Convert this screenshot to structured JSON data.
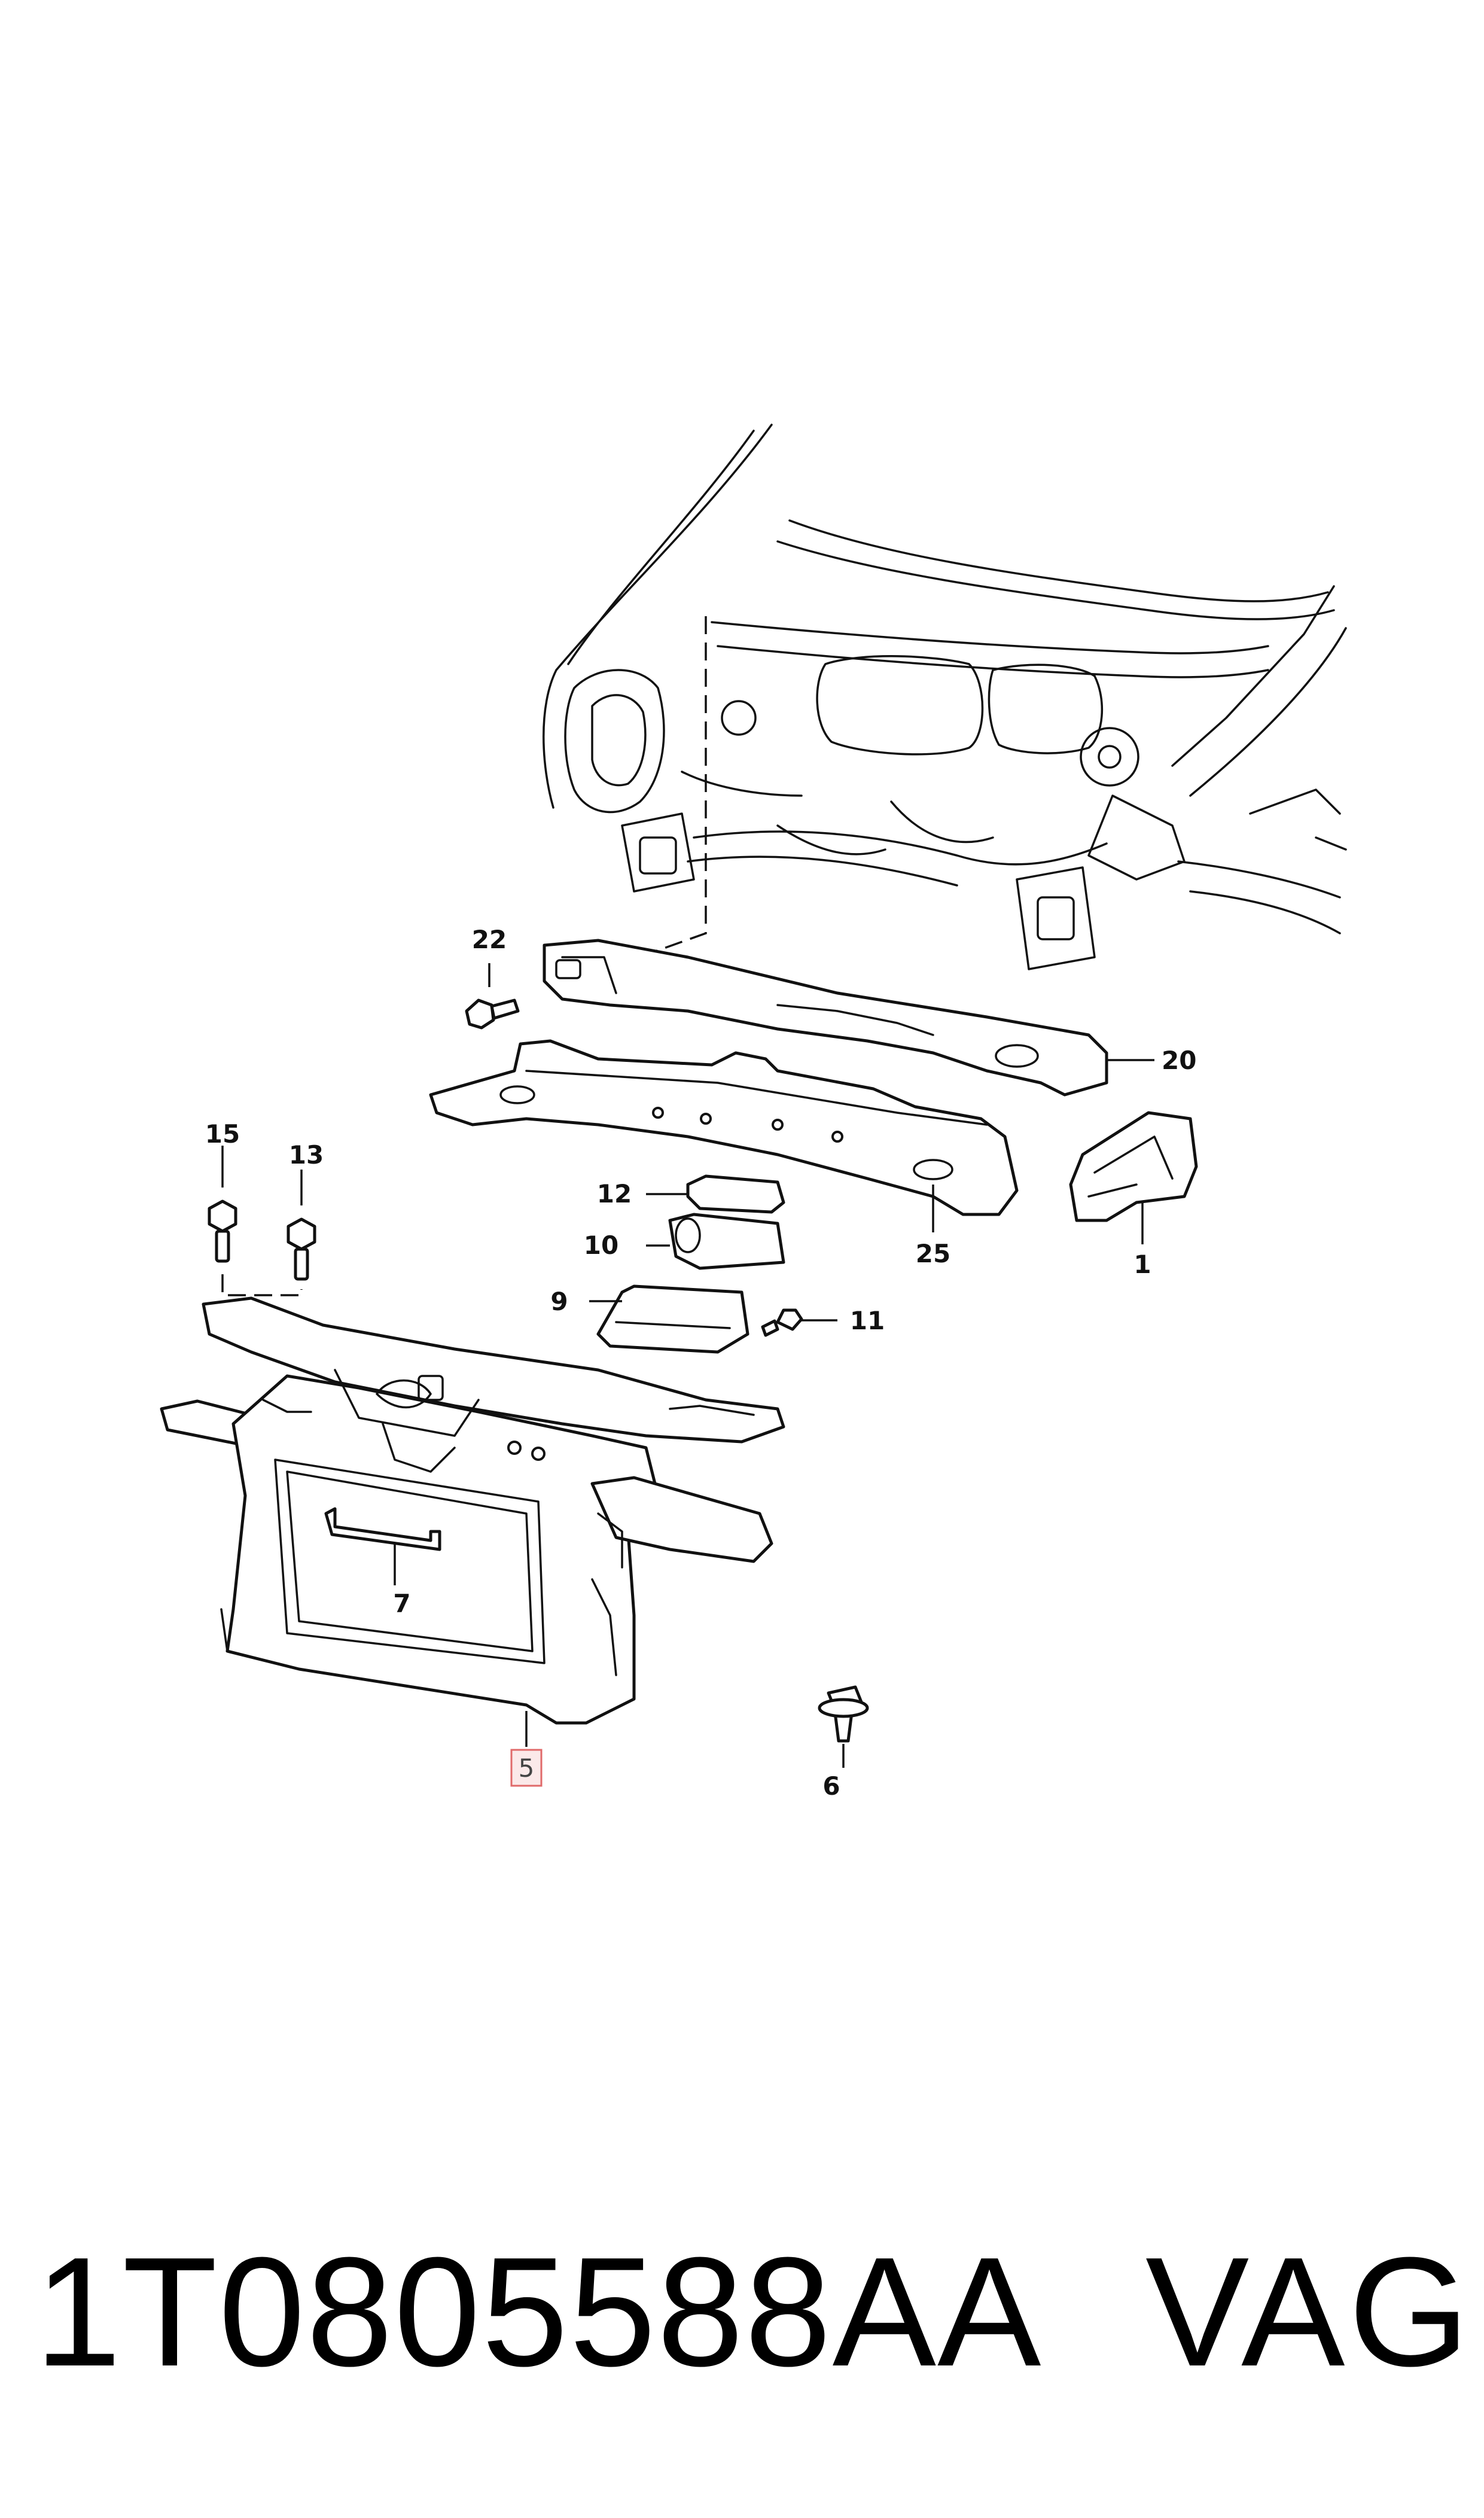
{
  "callouts": {
    "c22": "22",
    "c20": "20",
    "c25": "25",
    "c1": "1",
    "c15": "15",
    "c13": "13",
    "c12": "12",
    "c10": "10",
    "c9": "9",
    "c11": "11",
    "c7": "7",
    "c5": "5",
    "c6": "6"
  },
  "highlight": {
    "callout": "5",
    "color": "#e06a6a",
    "fill": "#fbe9e9"
  },
  "footer": {
    "part_number": "1T0805588AA",
    "brand": "VAG"
  }
}
